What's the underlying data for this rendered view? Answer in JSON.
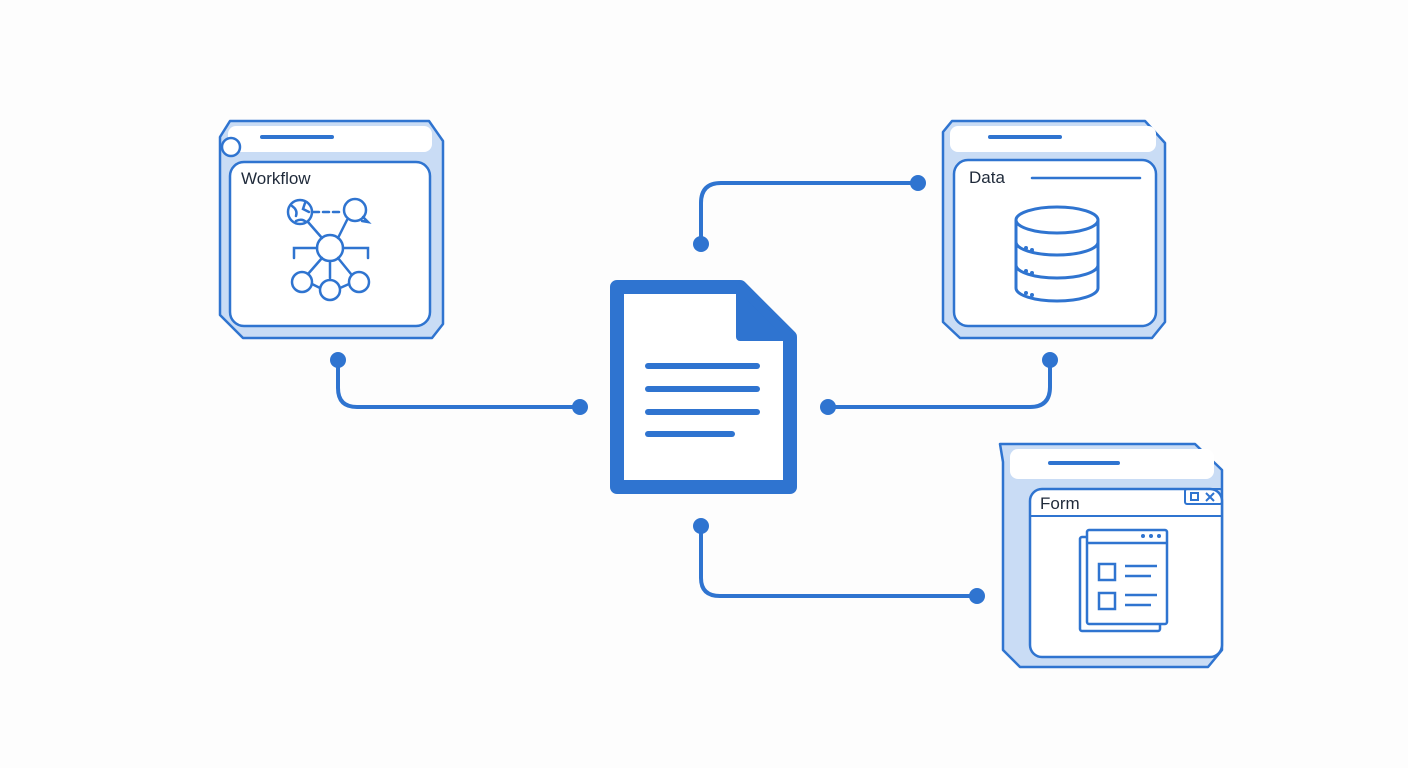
{
  "colors": {
    "accent": "#2f74d0",
    "light_fill": "#c9dcf5",
    "panel_fill": "#ffffff",
    "label_text": "#1f2a3a"
  },
  "nodes": {
    "workflow": {
      "label": "Workflow",
      "icon": "workflow-network-icon"
    },
    "data": {
      "label": "Data",
      "icon": "database-icon"
    },
    "form": {
      "label": "Form",
      "icon": "form-window-icon"
    },
    "center": {
      "icon": "document-icon"
    }
  }
}
